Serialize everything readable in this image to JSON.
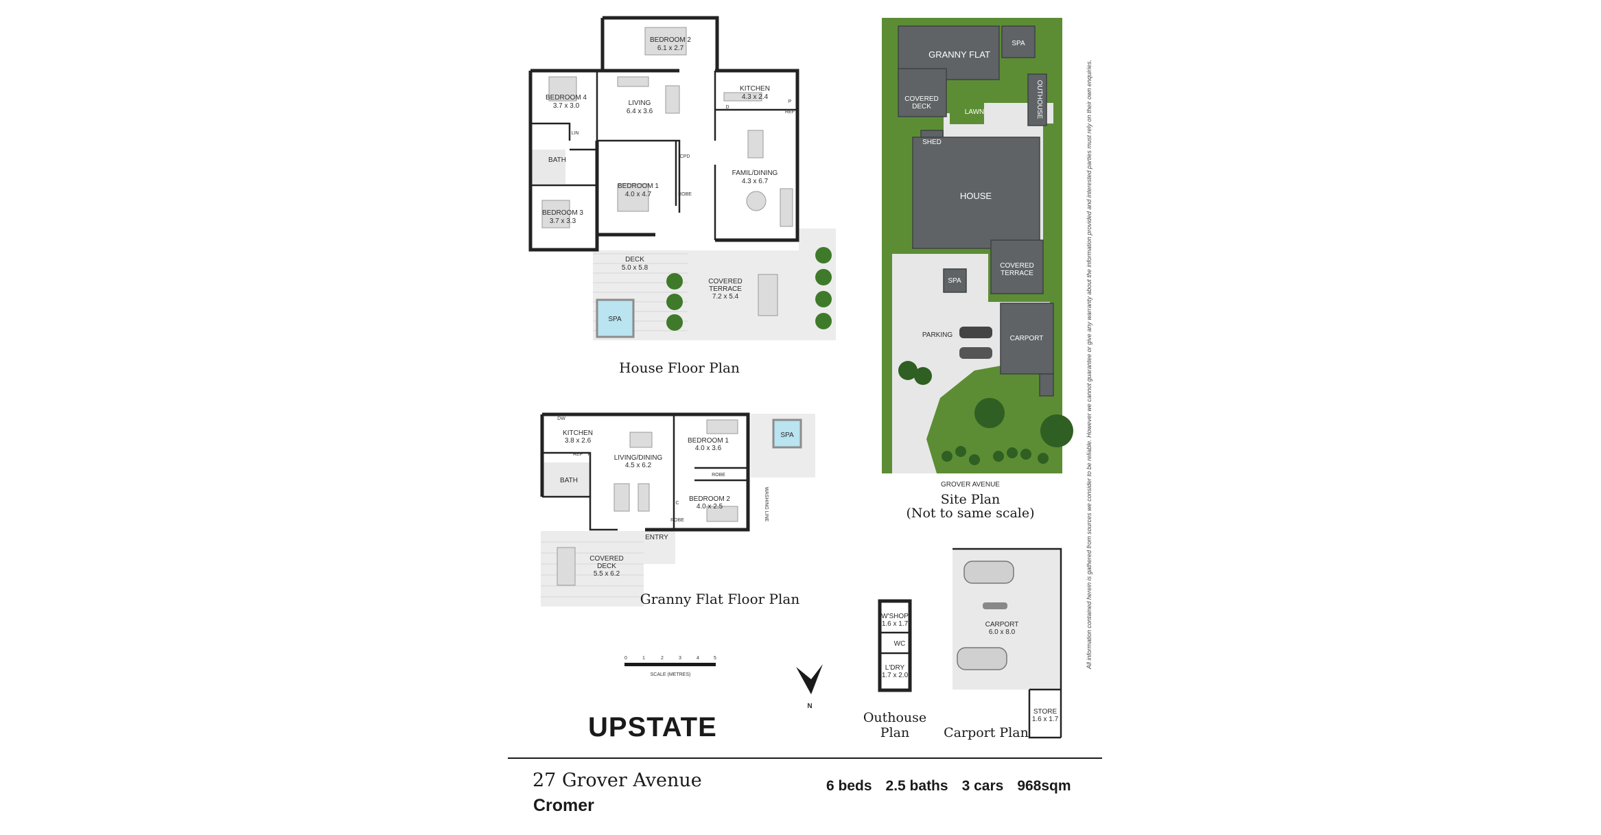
{
  "house_plan": {
    "caption": "House Floor Plan",
    "rooms": [
      {
        "name": "BEDROOM 2",
        "dims": "6.1 x 2.7"
      },
      {
        "name": "BEDROOM 4",
        "dims": "3.7 x 3.0"
      },
      {
        "name": "LIVING",
        "dims": "6.4 x 3.6"
      },
      {
        "name": "KITCHEN",
        "dims": "4.3 x 2.4"
      },
      {
        "name": "BATH",
        "dims": ""
      },
      {
        "name": "BEDROOM 1",
        "dims": "4.0 x 4.7"
      },
      {
        "name": "FAMIL/DINING",
        "dims": "4.3 x 6.7"
      },
      {
        "name": "BEDROOM 3",
        "dims": "3.7 x 3.3"
      },
      {
        "name": "DECK",
        "dims": "5.0 x 5.8"
      },
      {
        "name": "COVERED",
        "dims": "TERRACE"
      },
      {
        "name": "SPA",
        "dims": ""
      }
    ],
    "terrace_dims": "7.2 x 5.4",
    "small_labels": [
      "LIN",
      "CPD",
      "ROBE",
      "REF",
      "P",
      "D"
    ]
  },
  "granny_plan": {
    "caption": "Granny Flat Floor Plan",
    "rooms": [
      {
        "name": "KITCHEN",
        "dims": "3.8 x 2.6"
      },
      {
        "name": "LIVING/DINING",
        "dims": "4.5 x 6.2"
      },
      {
        "name": "BEDROOM 1",
        "dims": "4.0 x 3.6"
      },
      {
        "name": "BEDROOM 2",
        "dims": "4.0 x 2.5"
      },
      {
        "name": "BATH",
        "dims": ""
      },
      {
        "name": "COVERED",
        "dims": "DECK"
      },
      {
        "name": "ENTRY",
        "dims": ""
      },
      {
        "name": "SPA",
        "dims": ""
      }
    ],
    "deck_dims": "5.5 x 6.2",
    "small_labels": [
      "DW",
      "REF",
      "P",
      "ROBE",
      "C",
      "ROBE",
      "WASHING LINE"
    ]
  },
  "site_plan": {
    "caption_line1": "Site Plan",
    "caption_line2": "(Not to same scale)",
    "street": "GROVER AVENUE",
    "labels": {
      "granny_flat": "GRANNY FLAT",
      "spa_top": "SPA",
      "covered_deck_1": "COVERED",
      "covered_deck_2": "DECK",
      "lawn": "LAWN",
      "outhouse": "OUTHOUSE",
      "shed": "SHED",
      "house": "HOUSE",
      "spa_mid": "SPA",
      "covered_terrace_1": "COVERED",
      "covered_terrace_2": "TERRACE",
      "parking": "PARKING",
      "carport": "CARPORT"
    }
  },
  "outhouse_plan": {
    "caption_line1": "Outhouse",
    "caption_line2": "Plan",
    "rooms": [
      {
        "name": "W'SHOP",
        "dims": "1.6 x 1.7"
      },
      {
        "name": "WC",
        "dims": ""
      },
      {
        "name": "L'DRY",
        "dims": "1.7 x 2.0"
      }
    ]
  },
  "carport_plan": {
    "caption": "Carport Plan",
    "rooms": [
      {
        "name": "CARPORT",
        "dims": "6.0 x 8.0"
      },
      {
        "name": "STORE",
        "dims": "1.6 x 1.7"
      }
    ]
  },
  "scale_bar": {
    "ticks": [
      "0",
      "1",
      "2",
      "3",
      "4",
      "5"
    ],
    "label": "SCALE (METRES)"
  },
  "north_label": "N",
  "disclaimer": "All information contained herein is gathered from sources we consider to be reliable. However we cannot guarantee or give any warranty about the information provided and interested parties must rely on their own enquiries.",
  "brand": "UPSTATE",
  "footer": {
    "address": "27 Grover Avenue",
    "suburb": "Cromer",
    "beds": "6 beds",
    "baths": "2.5 baths",
    "cars": "3 cars",
    "area": "968sqm"
  },
  "colors": {
    "roof": "#5f6365",
    "grass": "#5c8d34",
    "spa_water": "#b9e4f0",
    "deck": "#ececec"
  }
}
